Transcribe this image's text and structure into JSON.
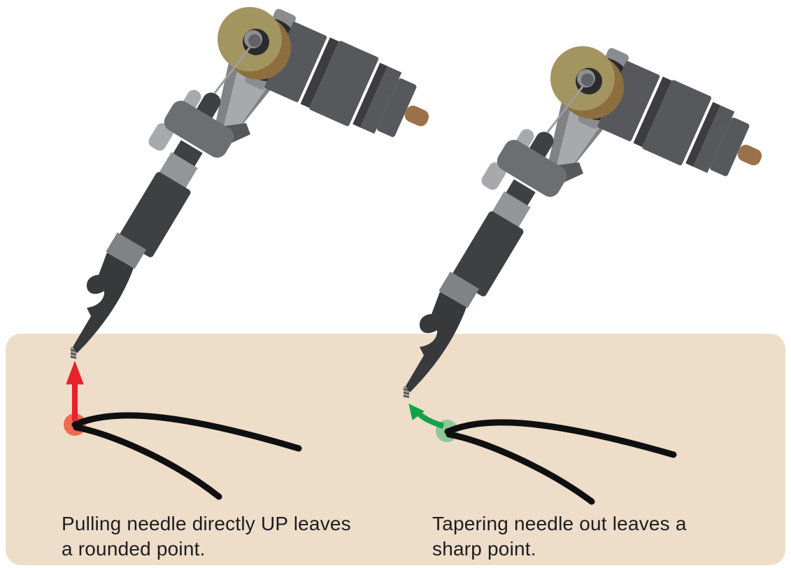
{
  "diagram": {
    "subject": "tattoo-machine-needle-technique",
    "background_color": "#ffffff",
    "skin_color": "#eeddc9",
    "ink_color": "#0f0f10",
    "panels": [
      {
        "side": "left",
        "technique": "pull-up",
        "caption_line1": "Pulling needle directly UP leaves",
        "caption_line2": "a rounded point.",
        "arrow_color": "#e8212d",
        "dot_color": "#f1694e"
      },
      {
        "side": "right",
        "technique": "taper-out",
        "caption_line1": "Tapering needle out leaves a",
        "caption_line2": "sharp point.",
        "arrow_color": "#12a24b",
        "dot_color": "#8cc89a"
      }
    ]
  }
}
